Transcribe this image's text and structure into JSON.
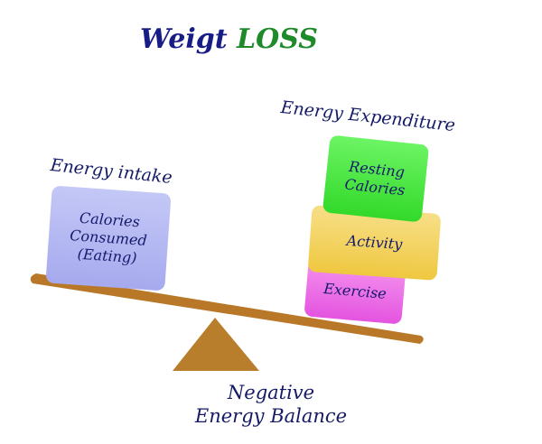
{
  "title": {
    "part1": "Weigt",
    "part2": "LOSS"
  },
  "energy_intake": {
    "label": "Energy intake",
    "box": [
      "Calories",
      "Consumed",
      "(Eating)"
    ]
  },
  "energy_expenditure": {
    "label": "Energy Expenditure",
    "boxes": {
      "resting": [
        "Resting",
        "Calories"
      ],
      "activity": [
        "Activity"
      ],
      "exercise": [
        "Exercise"
      ]
    }
  },
  "result": [
    "Negative",
    "Energy Balance"
  ],
  "colors": {
    "title_blue": "#171c86",
    "title_green": "#1e8a2a",
    "beam": "#b87828",
    "fulcrum": "#b87e2c",
    "calories_box": "#b5b9f2",
    "resting_box": "#4fe848",
    "activity_box": "#f2d45e",
    "exercise_box": "#ec72e8"
  }
}
